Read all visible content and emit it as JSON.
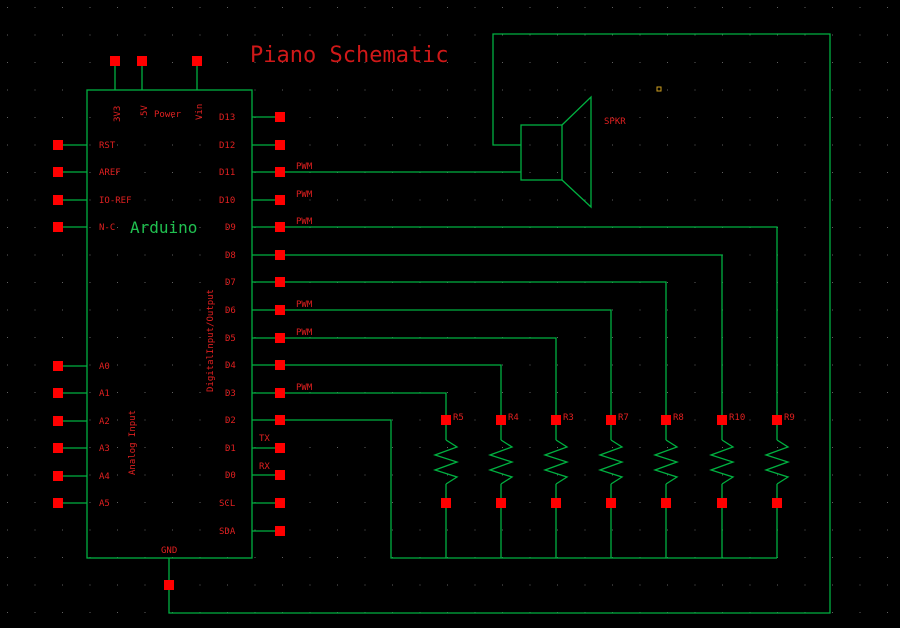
{
  "title": "Piano Schematic",
  "board": {
    "name": "Arduino",
    "power_label": "Power",
    "power_pins": [
      "3V3",
      "5V",
      "Vin"
    ],
    "left_top_pins": [
      "RST",
      "AREF",
      "IO-REF",
      "N-C"
    ],
    "analog_pins": [
      "A0",
      "A1",
      "A2",
      "A3",
      "A4",
      "A5"
    ],
    "analog_group_label": "Analog Input",
    "digital_pins": [
      "D13",
      "D12",
      "D11",
      "D10",
      "D9",
      "D8",
      "D7",
      "D6",
      "D5",
      "D4",
      "D3",
      "D2",
      "D1",
      "D0",
      "SCL",
      "SDA"
    ],
    "digital_group_label": "DigitalInput/Output",
    "gnd_label": "GND",
    "pwm_label": "PWM",
    "tx_label": "TX",
    "rx_label": "RX"
  },
  "speaker": {
    "label": "SPKR"
  },
  "resistors": [
    "R5",
    "R4",
    "R3",
    "R7",
    "R8",
    "R10",
    "R9"
  ],
  "colors": {
    "background": "#000000",
    "wire": "#00b040",
    "pad": "#ff0000",
    "label": "#e02020",
    "board_name": "#20c050",
    "grid_dot": "#606060"
  }
}
